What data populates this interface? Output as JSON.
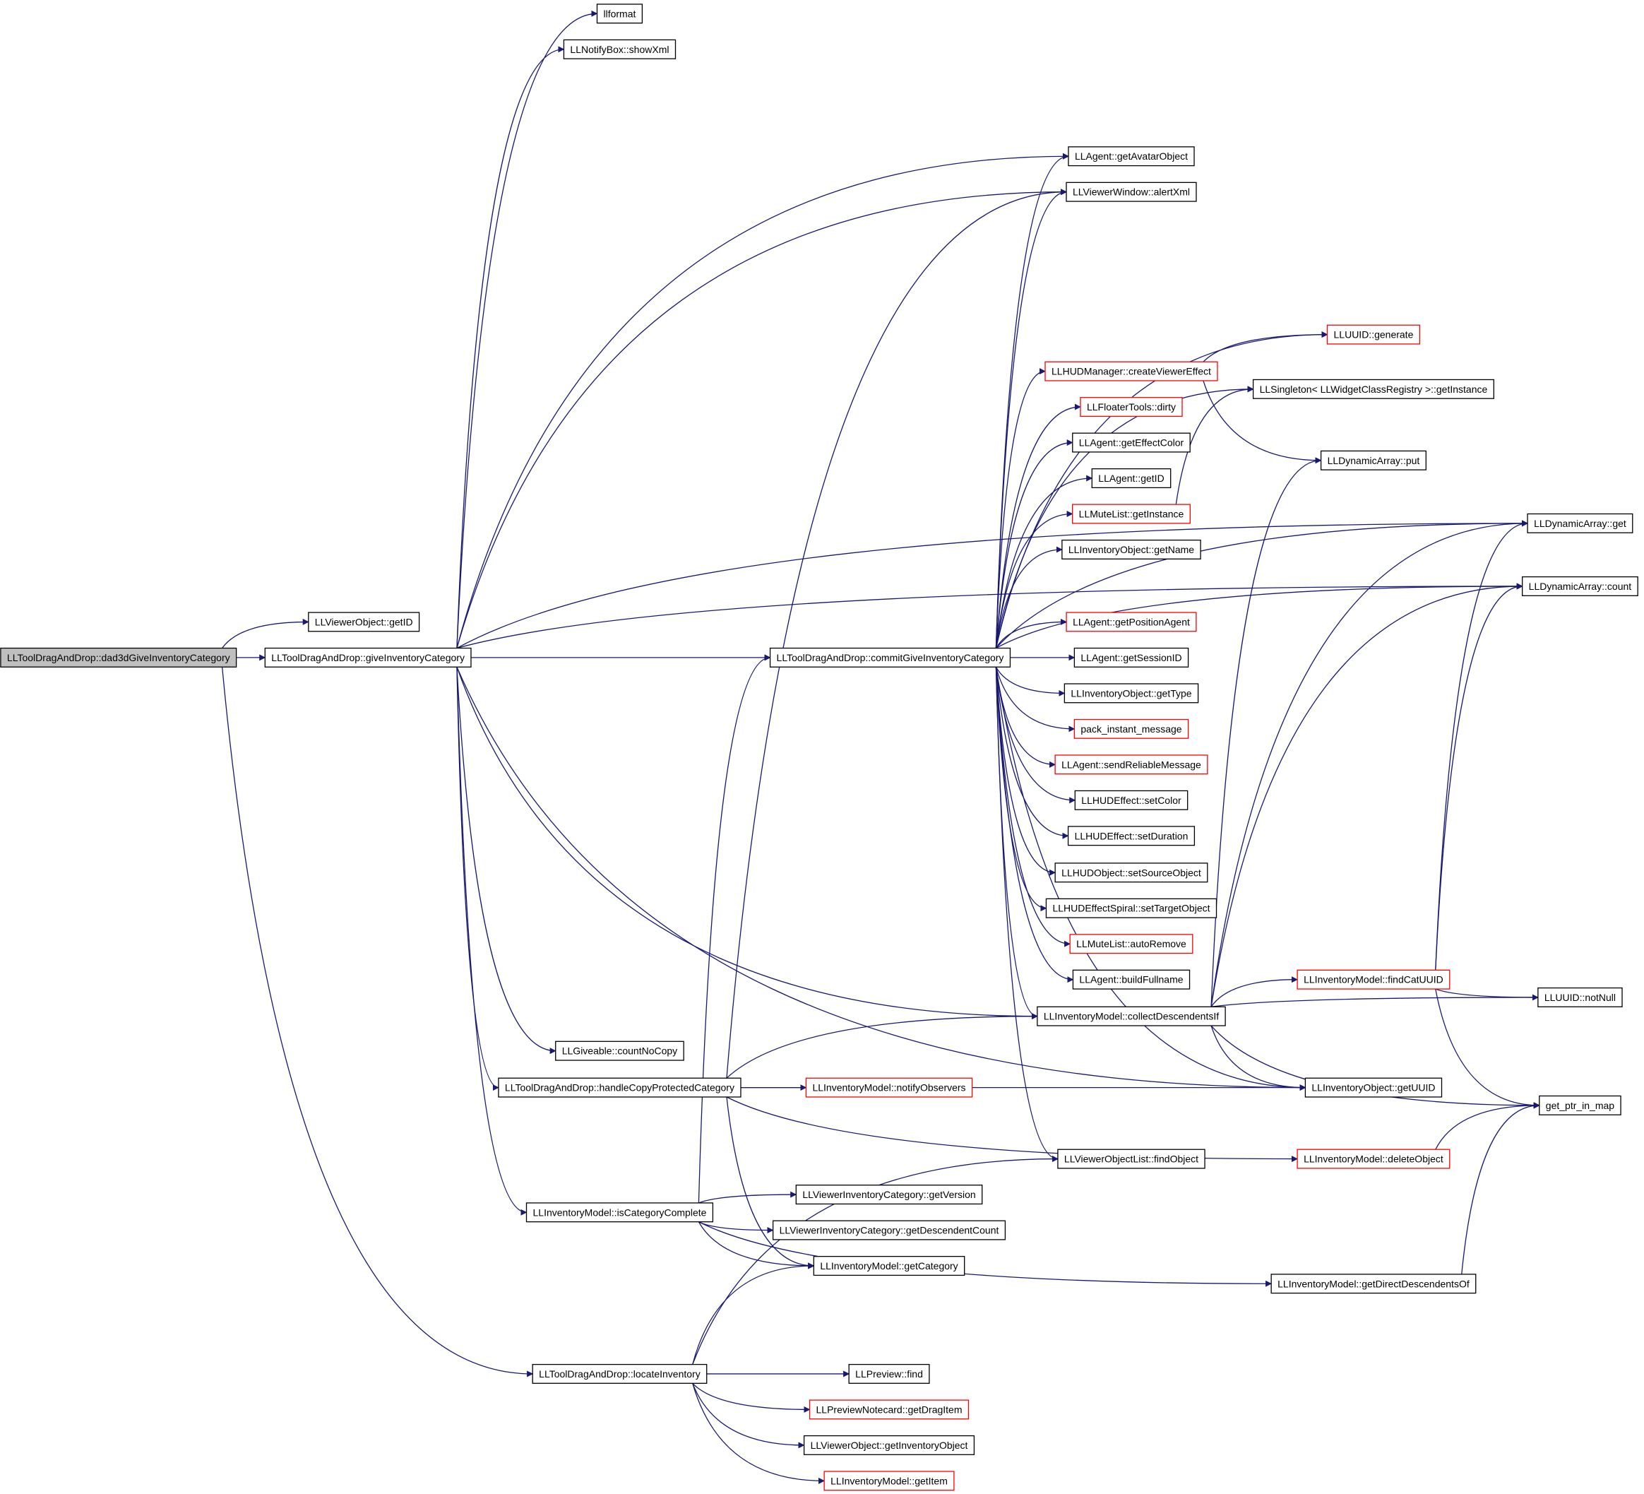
{
  "colors": {
    "edge": "#191970",
    "box_border_default": "#000000",
    "box_border_truncated": "#ff0000",
    "root_fill": "#bfbfbf",
    "box_fill": "#ffffff"
  },
  "nodes": [
    {
      "id": "root",
      "label": "LLToolDragAndDrop::dad3dGiveInventoryCategory",
      "style": "root"
    },
    {
      "id": "voGetID",
      "label": "LLViewerObject::getID",
      "style": "normal"
    },
    {
      "id": "give",
      "label": "LLToolDragAndDrop::giveInventoryCategory",
      "style": "normal"
    },
    {
      "id": "llformat",
      "label": "llformat",
      "style": "normal"
    },
    {
      "id": "notify",
      "label": "LLNotifyBox::showXml",
      "style": "normal"
    },
    {
      "id": "avatarObj",
      "label": "LLAgent::getAvatarObject",
      "style": "normal"
    },
    {
      "id": "alertXml",
      "label": "LLViewerWindow::alertXml",
      "style": "normal"
    },
    {
      "id": "commit",
      "label": "LLToolDragAndDrop::commitGiveInventoryCategory",
      "style": "normal"
    },
    {
      "id": "uuidGen",
      "label": "LLUUID::generate",
      "style": "red"
    },
    {
      "id": "hudMgr",
      "label": "LLHUDManager::createViewerEffect",
      "style": "red"
    },
    {
      "id": "singleton",
      "label": "LLSingleton< LLWidgetClassRegistry >::getInstance",
      "style": "normal"
    },
    {
      "id": "floaterDirty",
      "label": "LLFloaterTools::dirty",
      "style": "red"
    },
    {
      "id": "effColor",
      "label": "LLAgent::getEffectColor",
      "style": "normal"
    },
    {
      "id": "agentGetID",
      "label": "LLAgent::getID",
      "style": "normal"
    },
    {
      "id": "muteInst",
      "label": "LLMuteList::getInstance",
      "style": "red"
    },
    {
      "id": "dynPut",
      "label": "LLDynamicArray::put",
      "style": "normal"
    },
    {
      "id": "getName",
      "label": "LLInventoryObject::getName",
      "style": "normal"
    },
    {
      "id": "dynGet",
      "label": "LLDynamicArray::get",
      "style": "normal"
    },
    {
      "id": "dynCount",
      "label": "LLDynamicArray::count",
      "style": "normal"
    },
    {
      "id": "posAgent",
      "label": "LLAgent::getPositionAgent",
      "style": "red"
    },
    {
      "id": "sessionID",
      "label": "LLAgent::getSessionID",
      "style": "normal"
    },
    {
      "id": "getType",
      "label": "LLInventoryObject::getType",
      "style": "normal"
    },
    {
      "id": "packMsg",
      "label": "pack_instant_message",
      "style": "red"
    },
    {
      "id": "sendRel",
      "label": "LLAgent::sendReliableMessage",
      "style": "red"
    },
    {
      "id": "setColor",
      "label": "LLHUDEffect::setColor",
      "style": "normal"
    },
    {
      "id": "setDur",
      "label": "LLHUDEffect::setDuration",
      "style": "normal"
    },
    {
      "id": "setSrc",
      "label": "LLHUDObject::setSourceObject",
      "style": "normal"
    },
    {
      "id": "setTarget",
      "label": "LLHUDEffectSpiral::setTargetObject",
      "style": "normal"
    },
    {
      "id": "autoRemove",
      "label": "LLMuteList::autoRemove",
      "style": "red"
    },
    {
      "id": "buildFull",
      "label": "LLAgent::buildFullname",
      "style": "normal"
    },
    {
      "id": "findCat",
      "label": "LLInventoryModel::findCatUUID",
      "style": "red"
    },
    {
      "id": "collect",
      "label": "LLInventoryModel::collectDescendentsIf",
      "style": "normal"
    },
    {
      "id": "notNull",
      "label": "LLUUID::notNull",
      "style": "normal"
    },
    {
      "id": "countNoCopy",
      "label": "LLGiveable::countNoCopy",
      "style": "normal"
    },
    {
      "id": "handleCopy",
      "label": "LLToolDragAndDrop::handleCopyProtectedCategory",
      "style": "normal"
    },
    {
      "id": "notifyObs",
      "label": "LLInventoryModel::notifyObservers",
      "style": "red"
    },
    {
      "id": "getUUID",
      "label": "LLInventoryObject::getUUID",
      "style": "normal"
    },
    {
      "id": "getPtr",
      "label": "get_ptr_in_map",
      "style": "normal"
    },
    {
      "id": "findObj",
      "label": "LLViewerObjectList::findObject",
      "style": "normal"
    },
    {
      "id": "delObj",
      "label": "LLInventoryModel::deleteObject",
      "style": "red"
    },
    {
      "id": "getVersion",
      "label": "LLViewerInventoryCategory::getVersion",
      "style": "normal"
    },
    {
      "id": "isComplete",
      "label": "LLInventoryModel::isCategoryComplete",
      "style": "normal"
    },
    {
      "id": "descCount",
      "label": "LLViewerInventoryCategory::getDescendentCount",
      "style": "normal"
    },
    {
      "id": "getCategory",
      "label": "LLInventoryModel::getCategory",
      "style": "normal"
    },
    {
      "id": "directDesc",
      "label": "LLInventoryModel::getDirectDescendentsOf",
      "style": "normal"
    },
    {
      "id": "locate",
      "label": "LLToolDragAndDrop::locateInventory",
      "style": "normal"
    },
    {
      "id": "prevFind",
      "label": "LLPreview::find",
      "style": "normal"
    },
    {
      "id": "dragItem",
      "label": "LLPreviewNotecard::getDragItem",
      "style": "red"
    },
    {
      "id": "getInvObj",
      "label": "LLViewerObject::getInventoryObject",
      "style": "normal"
    },
    {
      "id": "getItem",
      "label": "LLInventoryModel::getItem",
      "style": "red"
    }
  ],
  "edges": [
    [
      "root",
      "voGetID"
    ],
    [
      "root",
      "give"
    ],
    [
      "root",
      "locate"
    ],
    [
      "give",
      "llformat"
    ],
    [
      "give",
      "notify"
    ],
    [
      "give",
      "avatarObj"
    ],
    [
      "give",
      "alertXml"
    ],
    [
      "give",
      "dynGet"
    ],
    [
      "give",
      "dynCount"
    ],
    [
      "give",
      "commit"
    ],
    [
      "give",
      "collect"
    ],
    [
      "give",
      "getUUID"
    ],
    [
      "give",
      "countNoCopy"
    ],
    [
      "give",
      "handleCopy"
    ],
    [
      "give",
      "isComplete"
    ],
    [
      "commit",
      "avatarObj"
    ],
    [
      "commit",
      "alertXml"
    ],
    [
      "commit",
      "uuidGen"
    ],
    [
      "commit",
      "hudMgr"
    ],
    [
      "commit",
      "singleton"
    ],
    [
      "commit",
      "floaterDirty"
    ],
    [
      "commit",
      "effColor"
    ],
    [
      "commit",
      "agentGetID"
    ],
    [
      "commit",
      "muteInst"
    ],
    [
      "commit",
      "getName"
    ],
    [
      "commit",
      "dynGet"
    ],
    [
      "commit",
      "dynCount"
    ],
    [
      "commit",
      "posAgent"
    ],
    [
      "commit",
      "sessionID"
    ],
    [
      "commit",
      "getType"
    ],
    [
      "commit",
      "packMsg"
    ],
    [
      "commit",
      "sendRel"
    ],
    [
      "commit",
      "setColor"
    ],
    [
      "commit",
      "setDur"
    ],
    [
      "commit",
      "setSrc"
    ],
    [
      "commit",
      "setTarget"
    ],
    [
      "commit",
      "autoRemove"
    ],
    [
      "commit",
      "buildFull"
    ],
    [
      "commit",
      "collect"
    ],
    [
      "commit",
      "getUUID"
    ],
    [
      "commit",
      "findObj"
    ],
    [
      "hudMgr",
      "uuidGen"
    ],
    [
      "hudMgr",
      "dynPut"
    ],
    [
      "muteInst",
      "singleton"
    ],
    [
      "collect",
      "dynPut"
    ],
    [
      "collect",
      "dynGet"
    ],
    [
      "collect",
      "dynCount"
    ],
    [
      "collect",
      "findCat"
    ],
    [
      "collect",
      "notNull"
    ],
    [
      "collect",
      "getUUID"
    ],
    [
      "collect",
      "getPtr"
    ],
    [
      "findCat",
      "dynGet"
    ],
    [
      "findCat",
      "dynCount"
    ],
    [
      "findCat",
      "notNull"
    ],
    [
      "findCat",
      "getPtr"
    ],
    [
      "delObj",
      "getPtr"
    ],
    [
      "directDesc",
      "getPtr"
    ],
    [
      "handleCopy",
      "alertXml"
    ],
    [
      "handleCopy",
      "collect"
    ],
    [
      "handleCopy",
      "notifyObs"
    ],
    [
      "handleCopy",
      "getUUID"
    ],
    [
      "handleCopy",
      "delObj"
    ],
    [
      "handleCopy",
      "getCategory"
    ],
    [
      "isComplete",
      "commit"
    ],
    [
      "isComplete",
      "getVersion"
    ],
    [
      "isComplete",
      "descCount"
    ],
    [
      "isComplete",
      "getCategory"
    ],
    [
      "isComplete",
      "directDesc"
    ],
    [
      "locate",
      "getCategory"
    ],
    [
      "locate",
      "findObj"
    ],
    [
      "locate",
      "prevFind"
    ],
    [
      "locate",
      "dragItem"
    ],
    [
      "locate",
      "getInvObj"
    ],
    [
      "locate",
      "getItem"
    ]
  ]
}
